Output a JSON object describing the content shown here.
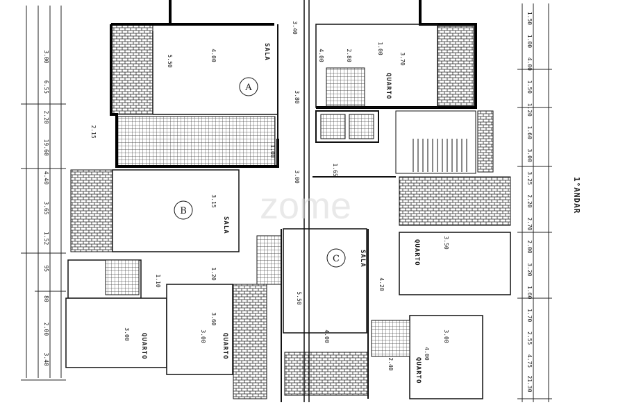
{
  "floor_label": "1°ANDAR",
  "watermark": "zome",
  "units": [
    "A",
    "B",
    "C"
  ],
  "rooms": {
    "sala": "SALA",
    "quarto": "QUARTO"
  },
  "dims_vertical_right": [
    "1.50",
    "1.00",
    "4.00",
    "1.50",
    "1.20",
    "1.60",
    "3.00",
    "3.25",
    "2.20",
    "2.70",
    "2.00",
    "3.20",
    "1.60",
    "1.70",
    "2.55",
    "4.75",
    "21.30"
  ],
  "dims_vertical_left": [
    "3.00",
    "6.55",
    "2.20",
    "19.60",
    "4.40",
    "3.65",
    "1.52",
    "95",
    "80",
    "2.00",
    "3.40"
  ],
  "dims_misc": [
    "5.50",
    "4.00",
    "3.15",
    "3.40",
    "3.80",
    "3.00",
    "3.70",
    "2.15",
    "1.65",
    "1.00",
    "4.20",
    "1.20",
    "3.60",
    "3.00",
    "5.50",
    "4.00",
    "3.00",
    "3.50",
    "4.00",
    "1.10",
    "3.00",
    "4.00",
    "2.80",
    "2.40",
    "1.00"
  ]
}
